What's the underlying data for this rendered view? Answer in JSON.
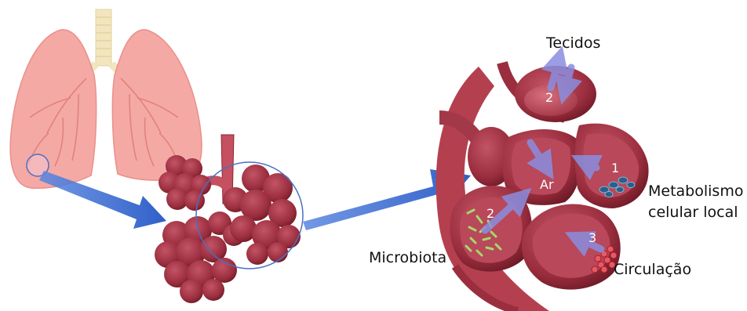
{
  "labels": {
    "tecidos": "Tecidos",
    "metabolismo_line1": "Metabolismo",
    "metabolismo_line2": "celular local",
    "microbiota": "Microbiota",
    "circulacao": "Circulação",
    "ar": "Ar"
  },
  "numbers": {
    "n_tecidos": "2",
    "n_metabolismo": "1",
    "n_microbiota": "2",
    "n_circulacao": "3"
  },
  "colors": {
    "lung": "#f4a7a3",
    "lung_vessel": "#e0736d",
    "trachea": "#f3e8c3",
    "alveolus": "#a83645",
    "alveolus_dark": "#7a1f2c",
    "alveolus_light": "#c45766",
    "arrow_blue": "#3f6fd0",
    "arrow_purple": "#7a7fd6",
    "bacteria": "#a7d86a",
    "circle_outline": "#4a6fc2"
  }
}
